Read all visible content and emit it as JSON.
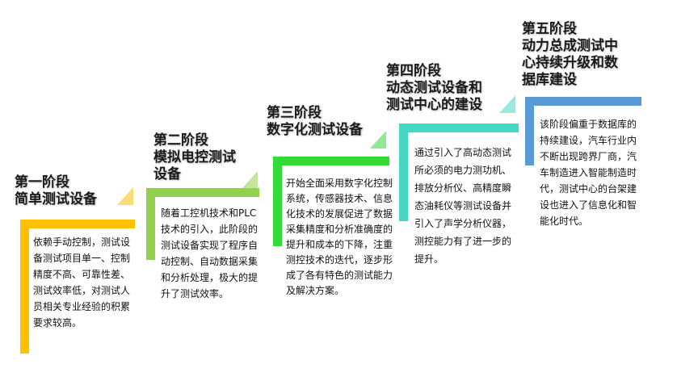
{
  "colors": {
    "stage1": "#FFC000",
    "stage2": "#92D050",
    "stage3": "#34D93A",
    "stage4": "#45D9C3",
    "stage5": "#5B9BD5"
  },
  "stages": [
    {
      "title": "第一阶段\n简单测试设备",
      "desc": "依赖手动控制，测试设备测试项目单一、控制精度不高、可靠性差、测试效率低，对测试人员相关专业经验的积累要求较高。"
    },
    {
      "title": "第二阶段\n模拟电控测试\n设备",
      "desc": "随着工控机技术和PLC 技术的引入，此阶段的测试设备实现了程序自动控制、自动数据采集和分析处理，极大的提升了测试效率。"
    },
    {
      "title": "第三阶段\n数字化测试设备",
      "desc": "开始全面采用数字化控制系统，传感器技术、信息化技术的发展促进了数据采集精度和分析准确度的提升和成本的下降，注重测控技术的迭代，逐步形成了各有特色的测试能力及解决方案。"
    },
    {
      "title": "第四阶段\n动态测试设备和\n测试中心的建设",
      "desc": "通过引入了高动态测试所必须的电力测功机、排放分析仪、高精度瞬态油耗仪等测试设备并引入了声学分析仪器，测控能力有了进一步的提升。"
    },
    {
      "title": "第五阶段\n动力总成测试中\n心持续升级和数\n据库建设",
      "desc": "该阶段偏重于数据库的持续建设，汽车行业内不断出现跨界厂商，汽车制造进入智能制造时代，测试中心的台架建设也进入了信息化和智能化时代。"
    }
  ]
}
